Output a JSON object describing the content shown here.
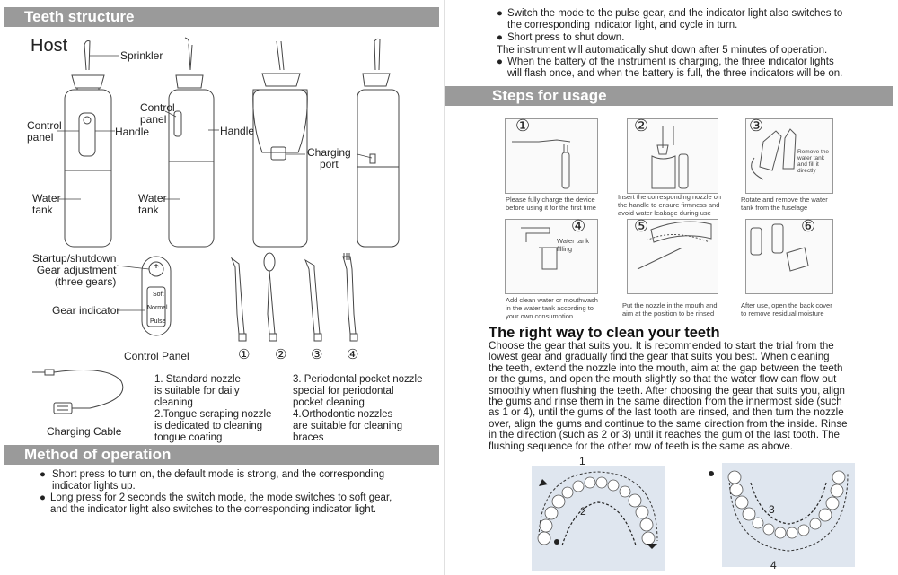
{
  "left": {
    "teeth_structure_title": "Teeth structure",
    "host_label": "Host",
    "sprinkler": "Sprinkler",
    "control_panel_1": "Control\npanel",
    "handle_1": "Handle",
    "control_panel_2": "Control\npanel",
    "handle_2": "Handle",
    "charging_port": "Charging\nport",
    "water_tank_1": "Water\ntank",
    "water_tank_2": "Water\ntank",
    "startup": "Startup/shutdown\nGear adjustment\n(three gears)",
    "gear_indicator": "Gear indicator",
    "gear_soft": "Soft",
    "gear_normal": "Normal",
    "gear_pulse": "Pulse",
    "control_panel_caption": "Control Panel",
    "nozzle_numbers": [
      "①",
      "②",
      "③",
      "④"
    ],
    "charging_cable": "Charging Cable",
    "nozzle_desc_1": "1. Standard nozzle\nis suitable for daily\ncleaning",
    "nozzle_desc_2": "2.Tongue scraping nozzle\nis dedicated to cleaning\ntongue coating",
    "nozzle_desc_3": "3. Periodontal pocket nozzle\nspecial for periodontal\npocket cleaning",
    "nozzle_desc_4": "4.Orthodontic nozzles\nare suitable for cleaning\nbraces",
    "method_title": "Method of operation",
    "method_1": "Short press to turn on, the default mode is strong, and the corresponding\nindicator lights up.",
    "method_2": "Long press for 2 seconds the switch mode, the mode switches to soft gear,\nand the indicator light also switches to the corresponding indicator light."
  },
  "right": {
    "top_1": "Switch the mode to the pulse gear, and the indicator light also switches to\nthe corresponding indicator light, and cycle in turn.",
    "top_2": "Short press to shut down.",
    "top_3": "The instrument will automatically shut down after 5 minutes of operation.",
    "top_4": "When the battery of the instrument is charging, the three indicator lights\nwill flash once, and when the battery is full, the three indicators will be on.",
    "steps_title": "Steps for usage",
    "step_nums": [
      "①",
      "②",
      "③",
      "④",
      "⑤",
      "⑥"
    ],
    "step_captions": [
      "Please fully charge the device\nbefore using it for the first time",
      "Insert the corresponding nozzle on\nthe handle to ensure firmness and\navoid water leakage during use",
      "Rotate and remove the water\ntank from the fuselage",
      "Add clean water or mouthwash\nin the water tank according to\nyour own consumption",
      "Put the nozzle in the mouth and\naim at the position to be rinsed",
      "After use, open the back cover\nto remove residual moisture"
    ],
    "step3_note": "Remove the\nwater tank\nand fill it\ndirectly",
    "step4_note": "Water tank\nfilling",
    "clean_title": "The right way to clean your teeth",
    "clean_body": "Choose the gear that suits you. It is recommended to start the trial from the\nlowest gear and gradually find the gear that suits you best. When cleaning\nthe teeth, extend the nozzle into the mouth, aim at the gap between the teeth\nor the gums, and open the mouth slightly so that the water flow can flow out\nsmoothly when flushing the teeth. After choosing the gear that suits you, align\nthe gums and rinse them in the same direction from the innermost side (such\nas 1 or 4), until the gums of the last tooth are rinsed, and then turn the nozzle\nover, align the gums and continue to the same direction from the inside. Rinse\nin the direction (such as 2 or 3) until it reaches the gum of the last tooth. The\nflushing sequence for the other row of teeth is the same as above.",
    "arch_labels": [
      "1",
      "2",
      "3",
      "4"
    ]
  }
}
